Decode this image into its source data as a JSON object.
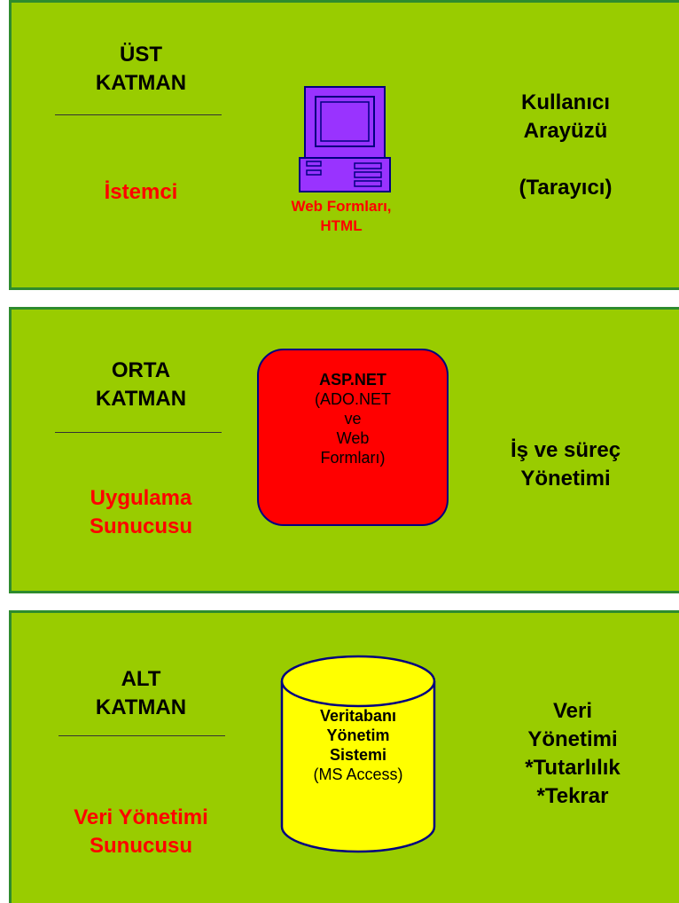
{
  "top": {
    "layer_line1": "ÜST",
    "layer_line2": "KATMAN",
    "role": "İstemci",
    "caption_line1": "Web Formları,",
    "caption_line2": "HTML",
    "desc_line1": "Kullanıcı",
    "desc_line2": "Arayüzü",
    "desc_line3": "(Tarayıcı)"
  },
  "middle": {
    "layer_line1": "ORTA",
    "layer_line2": "KATMAN",
    "role_line1": "Uygulama",
    "role_line2": "Sunucusu",
    "box_title": "ASP.NET",
    "box_line1": "(ADO.NET",
    "box_line2": "ve",
    "box_line3": "Web",
    "box_line4": "Formları)",
    "desc_line1": "İş ve süreç",
    "desc_line2": "Yönetimi"
  },
  "bottom": {
    "layer_line1": "ALT",
    "layer_line2": "KATMAN",
    "role_line1": "Veri Yönetimi",
    "role_line2": "Sunucusu",
    "db_line1": "Veritabanı",
    "db_line2": "Yönetim",
    "db_line3": "Sistemi",
    "db_line4": "(MS Access)",
    "desc_line1": "Veri",
    "desc_line2": "Yönetimi",
    "desc_line3": "*Tutarlılık",
    "desc_line4": "*Tekrar"
  },
  "colors": {
    "panel": "#99cc00",
    "border": "#2e8b2e",
    "accent_red": "#ff0000",
    "computer": "#9933ff",
    "database": "#ffff00"
  },
  "icons": [
    "computer-icon",
    "database-cylinder-icon"
  ]
}
